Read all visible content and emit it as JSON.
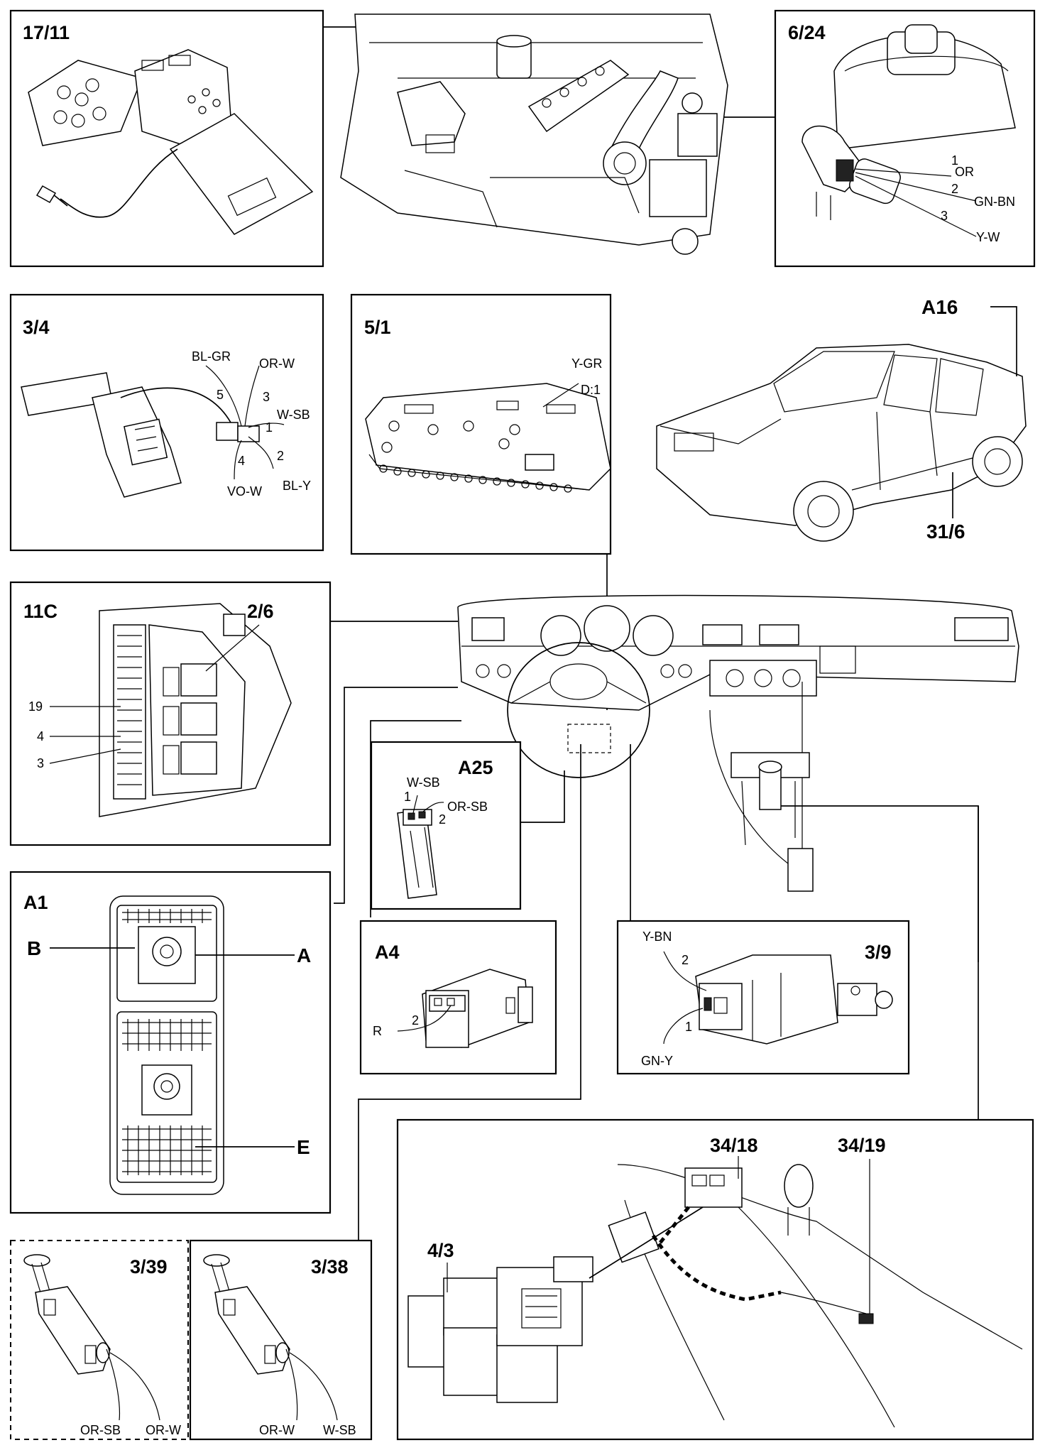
{
  "panels": {
    "p17_11": "17/11",
    "p6_24": "6/24",
    "p3_4": "3/4",
    "p5_1": "5/1",
    "a16": "A16",
    "p31_6": "31/6",
    "p11c": "11C",
    "p2_6": "2/6",
    "a25": "A25",
    "a1": "A1",
    "a4": "A4",
    "p3_9": "3/9",
    "p34_18": "34/18",
    "p34_19": "34/19",
    "p4_3": "4/3",
    "p3_39": "3/39",
    "p3_38": "3/38"
  },
  "labels": {
    "p6_24": {
      "n1": "1",
      "c1": "OR",
      "n2": "2",
      "c2": "GN-BN",
      "n3": "3",
      "c3": "Y-W"
    },
    "p3_4": {
      "bl_gr": "BL-GR",
      "or_w": "OR-W",
      "w_sb": "W-SB",
      "bl_y": "BL-Y",
      "vo_w": "VO-W",
      "n5": "5",
      "n3": "3",
      "n1": "1",
      "n2": "2",
      "n4": "4"
    },
    "p5_1": {
      "y_gr": "Y-GR",
      "d1": "D:1"
    },
    "p11c": {
      "n19": "19",
      "n4": "4",
      "n3": "3"
    },
    "a25": {
      "w_sb": "W-SB",
      "n1": "1",
      "or_sb": "OR-SB",
      "n2": "2"
    },
    "a1": {
      "b": "B",
      "a": "A",
      "e": "E"
    },
    "a4": {
      "r": "R",
      "n2": "2"
    },
    "p3_9": {
      "y_bn": "Y-BN",
      "n2": "2",
      "n1": "1",
      "gn_y": "GN-Y"
    },
    "p3_39": {
      "or_sb": "OR-SB",
      "or_w": "OR-W"
    },
    "p3_38": {
      "or_w": "OR-W",
      "w_sb": "W-SB"
    }
  }
}
